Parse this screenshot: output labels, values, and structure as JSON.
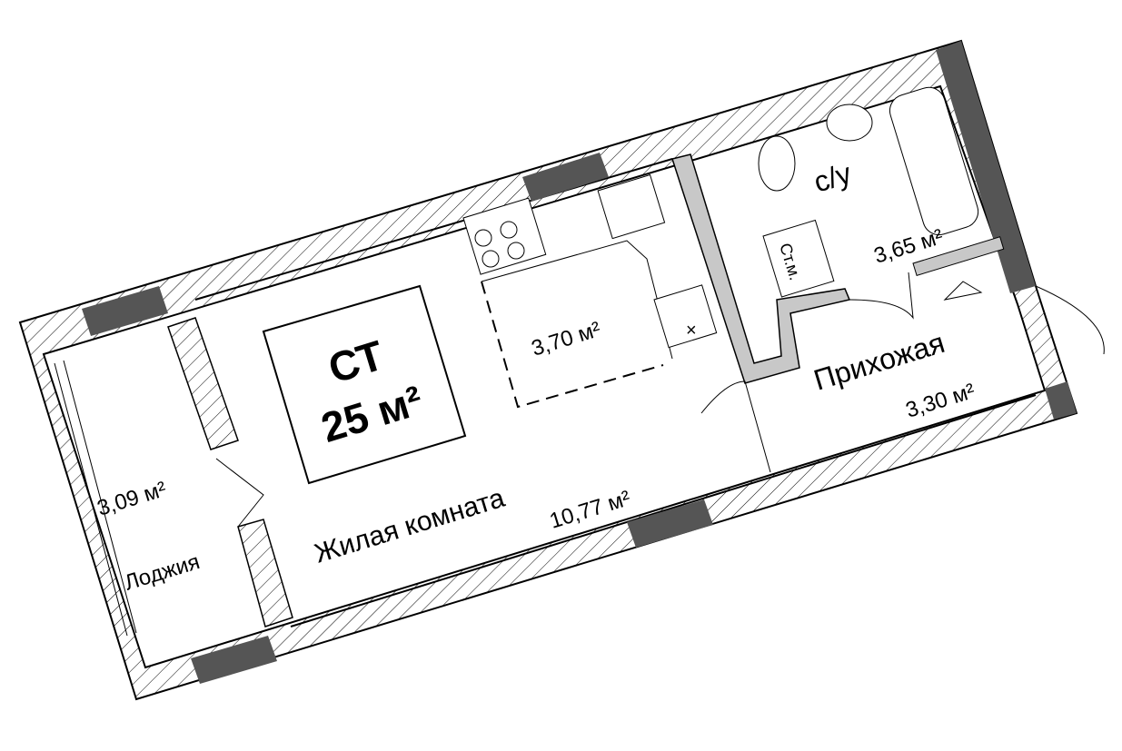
{
  "plan": {
    "type_label": "СТ",
    "total_area": "25 м²",
    "rooms": {
      "living": {
        "name": "Жилая комната",
        "area": "10,77 м²"
      },
      "kitchen": {
        "area": "3,70 м²"
      },
      "bathroom": {
        "name": "с/у",
        "area": "3,65 м²"
      },
      "hallway": {
        "name": "Прихожая",
        "area": "3,30 м²"
      },
      "loggia": {
        "name": "Лоджия",
        "area": "3,09 м²"
      }
    },
    "washer_label": "Ст.м.",
    "cross_mark": "×"
  },
  "colors": {
    "wall_dark": "#555555",
    "partition": "#c8c8c8",
    "hatch": "#000000"
  }
}
